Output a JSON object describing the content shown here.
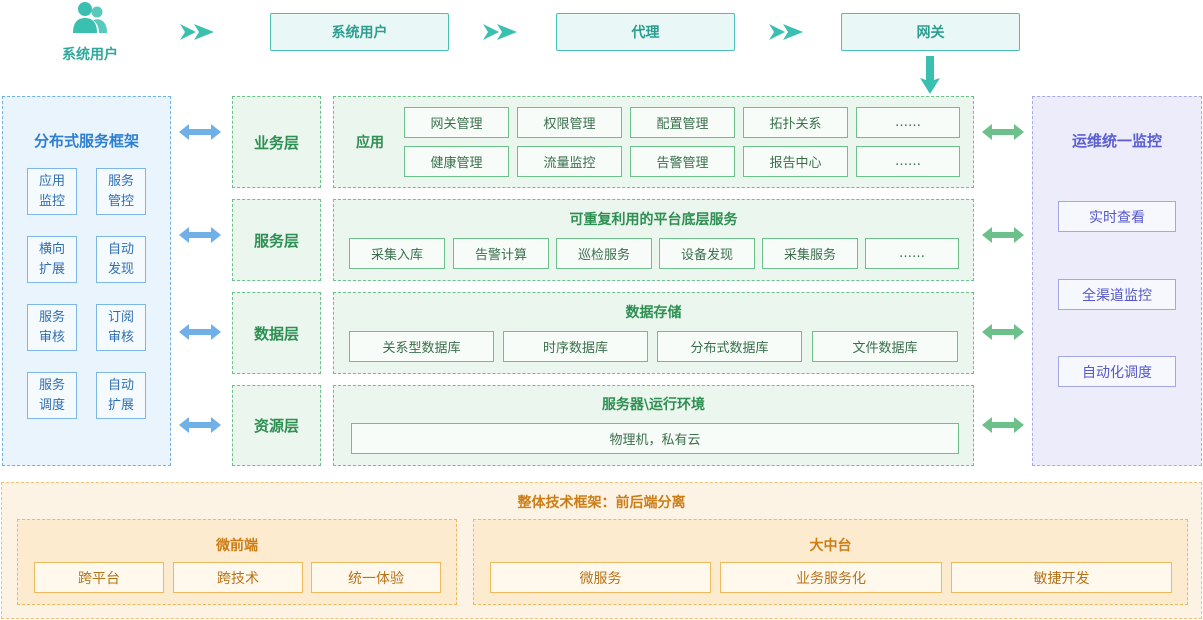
{
  "top": {
    "user_label": "系统用户",
    "flow": [
      "系统用户",
      "代理",
      "网关"
    ]
  },
  "left_panel": {
    "title": "分布式服务框架",
    "items": [
      [
        "应用",
        "监控"
      ],
      [
        "服务",
        "管控"
      ],
      [
        "横向",
        "扩展"
      ],
      [
        "自动",
        "发现"
      ],
      [
        "服务",
        "审核"
      ],
      [
        "订阅",
        "审核"
      ],
      [
        "服务",
        "调度"
      ],
      [
        "自动",
        "扩展"
      ]
    ]
  },
  "layers": [
    {
      "label": "业务层",
      "title": "应用",
      "rows": [
        [
          "网关管理",
          "权限管理",
          "配置管理",
          "拓扑关系",
          "……"
        ],
        [
          "健康管理",
          "流量监控",
          "告警管理",
          "报告中心",
          "……"
        ]
      ]
    },
    {
      "label": "服务层",
      "title": "可重复利用的平台底层服务",
      "items": [
        "采集入库",
        "告警计算",
        "巡检服务",
        "设备发现",
        "采集服务",
        "……"
      ]
    },
    {
      "label": "数据层",
      "title": "数据存储",
      "items": [
        "关系型数据库",
        "时序数据库",
        "分布式数据库",
        "文件数据库"
      ]
    },
    {
      "label": "资源层",
      "title": "服务器\\运行环境",
      "items": [
        "物理机，私有云"
      ]
    }
  ],
  "right_panel": {
    "title": "运维统一监控",
    "items": [
      "实时查看",
      "全渠道监控",
      "自动化调度"
    ]
  },
  "bottom": {
    "title": "整体技术框架：前后端分离",
    "left": {
      "title": "微前端",
      "items": [
        "跨平台",
        "跨技术",
        "统一体验"
      ]
    },
    "right": {
      "title": "大中台",
      "items": [
        "微服务",
        "业务服务化",
        "敏捷开发"
      ]
    }
  },
  "colors": {
    "teal": "#3bbfb0",
    "blue": "#6fb0e8",
    "green": "#6cc18a",
    "purple": "#a6a9ea",
    "orange": "#f0b960"
  }
}
